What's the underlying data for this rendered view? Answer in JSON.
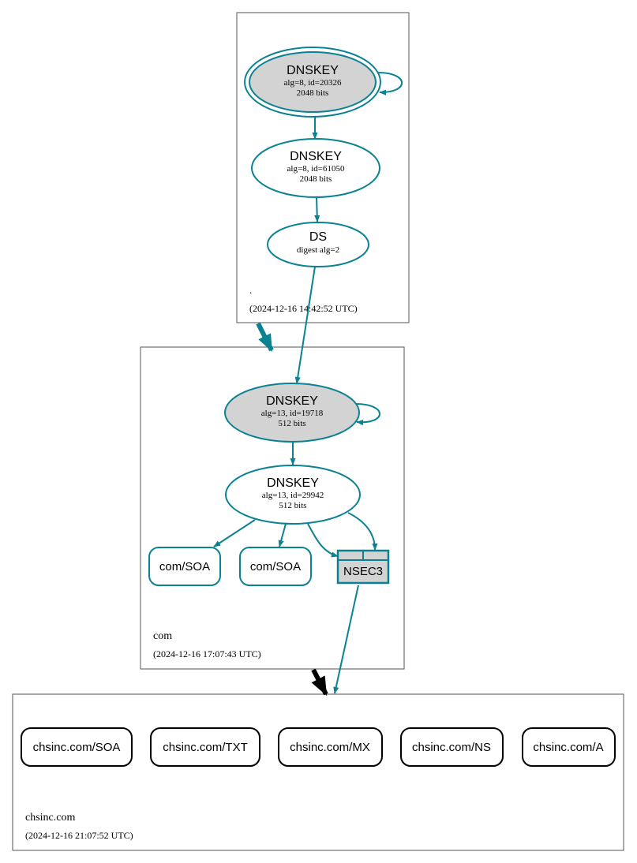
{
  "zones": {
    "root": {
      "name": ".",
      "timestamp": "(2024-12-16 14:42:52 UTC)"
    },
    "com": {
      "name": "com",
      "timestamp": "(2024-12-16 17:07:43 UTC)"
    },
    "chsinc": {
      "name": "chsinc.com",
      "timestamp": "(2024-12-16 21:07:52 UTC)"
    }
  },
  "nodes": {
    "root_ksk": {
      "title": "DNSKEY",
      "line1": "alg=8, id=20326",
      "line2": "2048 bits"
    },
    "root_zsk": {
      "title": "DNSKEY",
      "line1": "alg=8, id=61050",
      "line2": "2048 bits"
    },
    "root_ds": {
      "title": "DS",
      "line1": "digest alg=2"
    },
    "com_ksk": {
      "title": "DNSKEY",
      "line1": "alg=13, id=19718",
      "line2": "512 bits"
    },
    "com_zsk": {
      "title": "DNSKEY",
      "line1": "alg=13, id=29942",
      "line2": "512 bits"
    },
    "com_soa_1": {
      "label": "com/SOA"
    },
    "com_soa_2": {
      "label": "com/SOA"
    },
    "com_nsec3": {
      "label": "NSEC3"
    },
    "chsinc_records": [
      "chsinc.com/SOA",
      "chsinc.com/TXT",
      "chsinc.com/MX",
      "chsinc.com/NS",
      "chsinc.com/A"
    ]
  },
  "colors": {
    "edge": "#0a8291",
    "key_fill_secure_entry": "#d3d3d3",
    "delegation_insecure": "#000000"
  }
}
